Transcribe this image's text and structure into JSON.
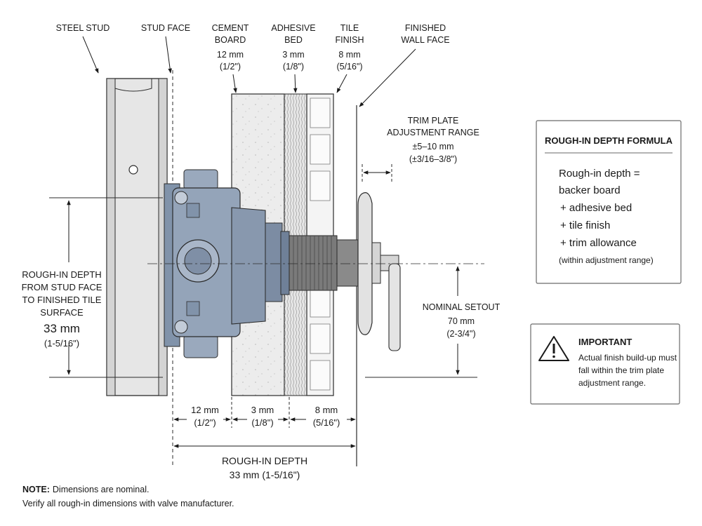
{
  "callouts": {
    "steel_stud": "STEEL STUD",
    "stud_face": "STUD FACE",
    "cement_board": {
      "l1": "CEMENT",
      "l2": "BOARD",
      "mm": "12 mm",
      "in": "(1/2\")"
    },
    "adhesive_bed": {
      "l1": "ADHESIVE",
      "l2": "BED",
      "mm": "3 mm",
      "in": "(1/8\")"
    },
    "tile_finish": {
      "l1": "TILE",
      "l2": "FINISH",
      "mm": "8 mm",
      "in": "(5/16\")"
    },
    "finished_wall_face": {
      "l1": "FINISHED",
      "l2": "WALL FACE"
    }
  },
  "trim_range": {
    "l1": "TRIM PLATE",
    "l2": "ADJUSTMENT RANGE",
    "mm": "±5–10 mm",
    "in": "(±3/16–3/8\")"
  },
  "rough_in_left": {
    "lines": [
      "ROUGH-IN DEPTH",
      "FROM STUD FACE",
      "TO FINISHED TILE",
      "SURFACE"
    ],
    "mm": "33 mm",
    "in": "(1-5/16\")"
  },
  "nominal_setout": {
    "label": "NOMINAL SETOUT",
    "mm": "70 mm",
    "in": "(2-3/4\")"
  },
  "bottom_dims": {
    "d1_mm": "12 mm",
    "d1_in": "(1/2\")",
    "d2_mm": "3 mm",
    "d2_in": "(1/8\")",
    "d3_mm": "8 mm",
    "d3_in": "(5/16\")",
    "total_label": "ROUGH-IN DEPTH",
    "total_value": "33 mm (1-5/16\")"
  },
  "formula_panel": {
    "title": "ROUGH-IN DEPTH FORMULA",
    "lines": [
      "Rough-in depth =",
      "backer board",
      "+ adhesive bed",
      "+ tile finish",
      "+ trim allowance"
    ],
    "note": "(within adjustment range)"
  },
  "important_panel": {
    "title": "IMPORTANT",
    "lines": [
      "Actual finish build-up must",
      "fall within the trim plate",
      "adjustment range."
    ]
  },
  "footer_note": {
    "bold": "NOTE:",
    "line1": "Dimensions are nominal.",
    "line2": "Verify all rough-in dimensions with valve manufacturer."
  },
  "colors": {
    "valve_body": "#8f9fb4",
    "valve_dark": "#6f8098",
    "stud_fill": "#e2e2e2",
    "board_fill": "#ececec",
    "tile_fill": "#f4f4f4",
    "line": "#2b2b2b"
  }
}
